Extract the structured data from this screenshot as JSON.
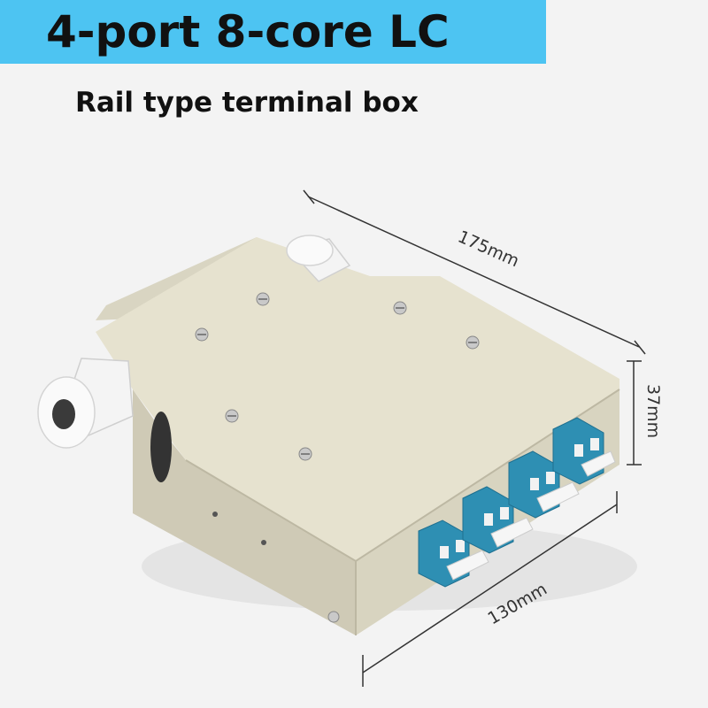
{
  "header": {
    "title": "4-port 8-core LC",
    "subtitle": "Rail type terminal box"
  },
  "dimensions": {
    "length": "175mm",
    "height": "37mm",
    "width": "130mm"
  },
  "colors": {
    "banner": "#4dc4f2",
    "box_body": "#e6e2cf",
    "adapter": "#2e8fb3"
  },
  "product": {
    "port_count": 4
  }
}
